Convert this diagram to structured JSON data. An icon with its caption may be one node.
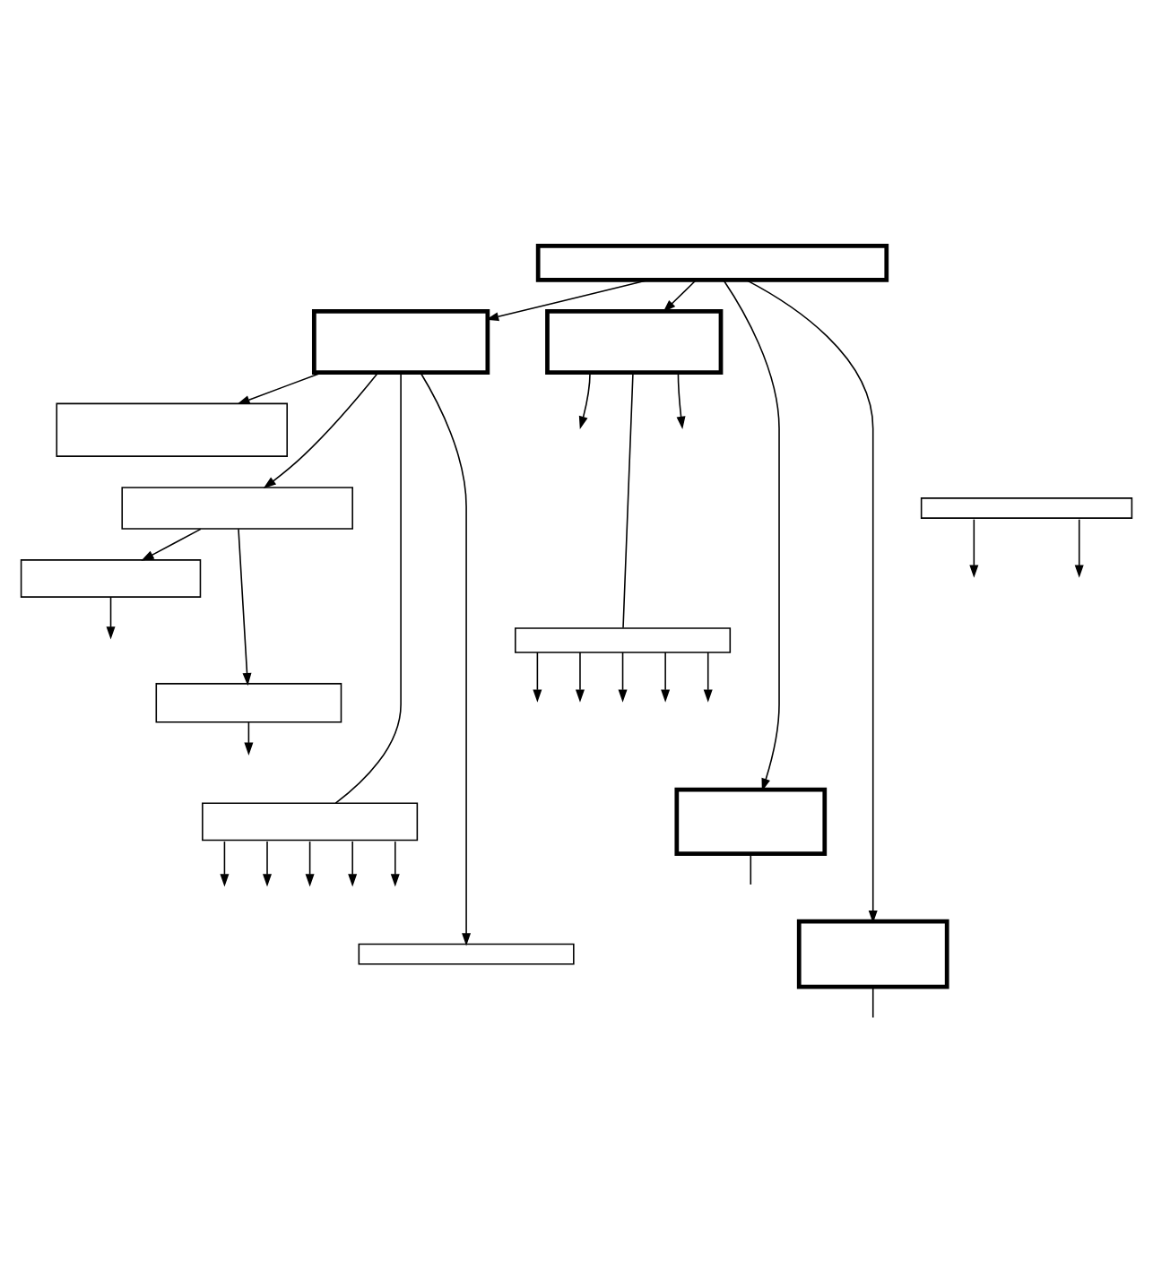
{
  "diagram": {
    "nodes": [
      {
        "text": [],
        "shape": "box"
      },
      {
        "text": [],
        "shape": "box"
      },
      {
        "text": [],
        "shape": "box"
      },
      {
        "text": [],
        "shape": "box"
      },
      {
        "text": [],
        "shape": "box"
      },
      {
        "text": [],
        "shape": "box"
      },
      {
        "text": [],
        "shape": "box"
      },
      {
        "text": [],
        "shape": "box"
      },
      {
        "text": [],
        "shape": "box"
      },
      {
        "text": [],
        "shape": "box"
      },
      {
        "text": [],
        "shape": "box"
      },
      {
        "text": [],
        "shape": "box"
      },
      {
        "text": [],
        "shape": "box"
      }
    ],
    "edges": [
      {
        "from": 0,
        "to": 1,
        "arrow": "to"
      },
      {
        "from": 0,
        "to": 2,
        "arrow": "to"
      },
      {
        "from": 1,
        "to": 3,
        "arrow": "to"
      },
      {
        "from": 1,
        "to": 4,
        "arrow": "to"
      },
      {
        "from": 4,
        "to": 5,
        "arrow": "to"
      },
      {
        "from": 4,
        "to": 6,
        "arrow": "to"
      },
      {
        "from": 1,
        "to": 7,
        "arrow": "none"
      },
      {
        "from": 1,
        "to": 8,
        "arrow": "to"
      },
      {
        "from": 2,
        "to": 10,
        "arrow": "none"
      },
      {
        "from": 0,
        "to": 11,
        "arrow": "to"
      },
      {
        "from": 0,
        "to": 12,
        "arrow": "to"
      },
      {
        "from": 5,
        "to": null,
        "arrow": "to"
      },
      {
        "from": 6,
        "to": null,
        "arrow": "to"
      },
      {
        "from": 7,
        "to": null,
        "arrow": "to"
      },
      {
        "from": 7,
        "to": null,
        "arrow": "to"
      },
      {
        "from": 7,
        "to": null,
        "arrow": "to"
      },
      {
        "from": 7,
        "to": null,
        "arrow": "to"
      },
      {
        "from": 7,
        "to": null,
        "arrow": "to"
      },
      {
        "from": 2,
        "to": null,
        "arrow": "to"
      },
      {
        "from": 2,
        "to": null,
        "arrow": "to"
      },
      {
        "from": 9,
        "to": null,
        "arrow": "to"
      },
      {
        "from": 9,
        "to": null,
        "arrow": "to"
      },
      {
        "from": 10,
        "to": null,
        "arrow": "to"
      },
      {
        "from": 10,
        "to": null,
        "arrow": "to"
      },
      {
        "from": 10,
        "to": null,
        "arrow": "to"
      },
      {
        "from": 10,
        "to": null,
        "arrow": "to"
      },
      {
        "from": 10,
        "to": null,
        "arrow": "to"
      },
      {
        "from": 11,
        "to": null,
        "arrow": "none"
      },
      {
        "from": 12,
        "to": null,
        "arrow": "none"
      }
    ]
  }
}
